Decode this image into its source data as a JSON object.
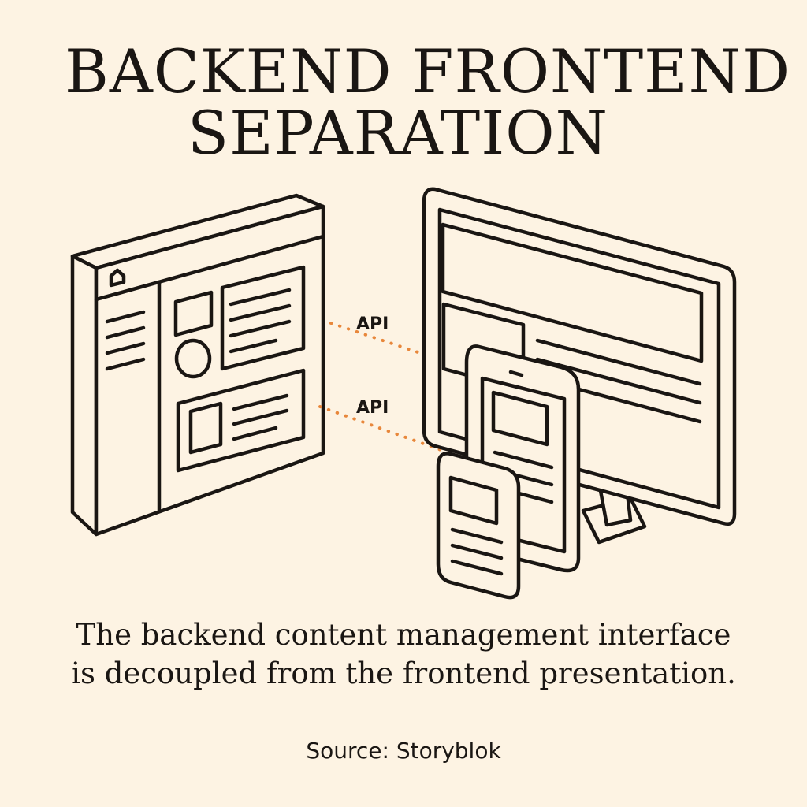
{
  "title": {
    "line1": "BACKEND FRONTEND",
    "line2": "SEPARATION"
  },
  "connections": [
    {
      "label": "API"
    },
    {
      "label": "API"
    }
  ],
  "caption": {
    "line1": "The backend content management interface",
    "line2": "is decoupled from the frontend presentation."
  },
  "source": "Source: Storyblok",
  "colors": {
    "background": "#fdf3e3",
    "ink": "#1a1613",
    "api_accent": "#e8873b"
  },
  "icons": [
    "home-icon",
    "image-placeholder-icon",
    "circle-placeholder-icon"
  ]
}
